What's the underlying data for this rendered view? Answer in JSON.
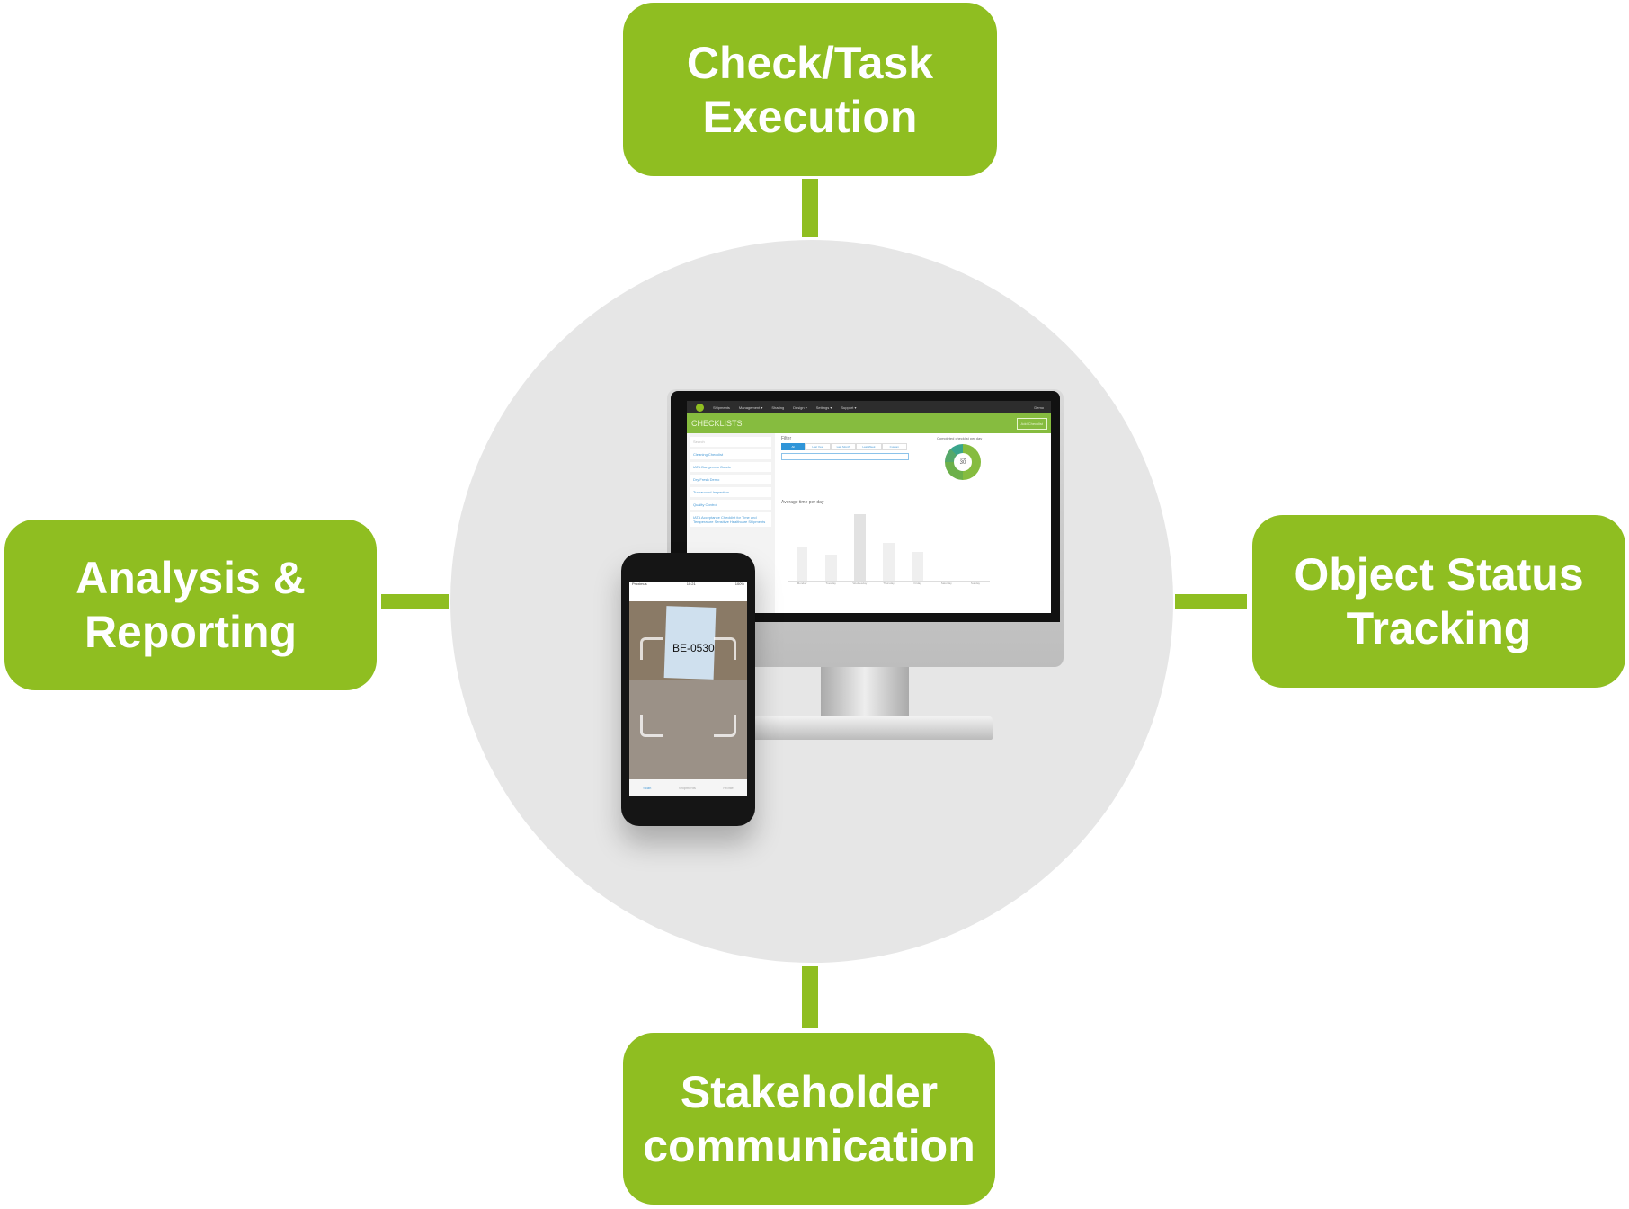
{
  "nodes": {
    "top": "Check/Task Execution",
    "left": "Analysis & Reporting",
    "right": "Object Status Tracking",
    "bottom": "Stakeholder communication"
  },
  "colors": {
    "accent": "#8fbe21",
    "circle": "#e6e6e6"
  },
  "monitor": {
    "nav": [
      "Shipments",
      "Management ▾",
      "Sharing",
      "Design ▾",
      "Settings ▾",
      "Support ▾"
    ],
    "user": "Demo",
    "title": "CHECKLISTS",
    "add_button": "Add Checklist",
    "search_placeholder": "Search",
    "sidebar": [
      "Cleaning Checklist",
      "IATA Dangerous Goods",
      "Dry Fresh Demo",
      "Turnaround Inspection",
      "Quality Control",
      "IATA Acceptance Checklist for Time and Temperature Sensitive Healthcare Shipments"
    ],
    "filter_label": "Filter",
    "filters": [
      "All",
      "Last Year",
      "Last Month",
      "Last Week",
      "Custom"
    ],
    "donut_title": "Completed checklist per day",
    "donut_total_label": "Total",
    "donut_total": "30",
    "chart_title": "Average time per day",
    "days": [
      "Monday",
      "Tuesday",
      "Wednesday",
      "Thursday",
      "Friday",
      "Saturday",
      "Sunday"
    ],
    "bar_values": [
      1.2,
      0.9,
      2.3,
      1.3,
      1.0,
      0,
      0
    ]
  },
  "phone": {
    "carrier": "Proximus",
    "time": "10:21",
    "battery": "100%",
    "scanned_code": "BE-0530",
    "tabs": [
      "Scan",
      "Shipments",
      "Profile"
    ]
  }
}
